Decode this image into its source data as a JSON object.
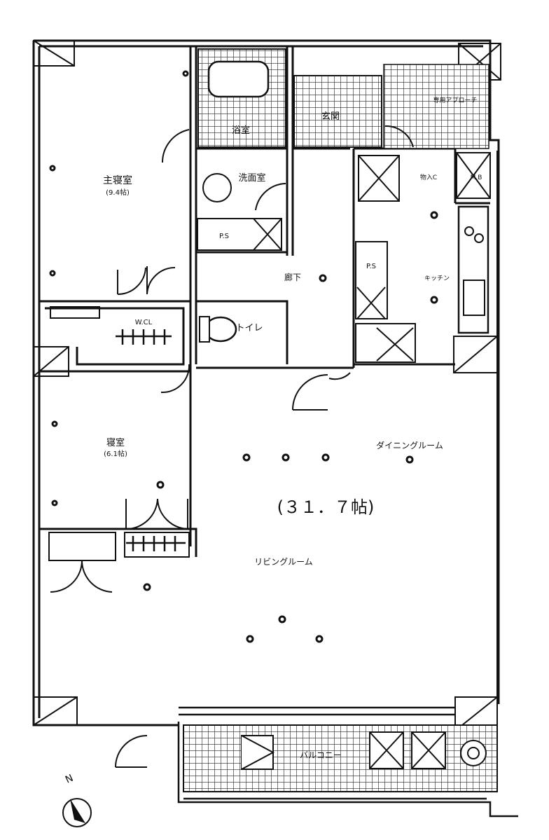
{
  "rooms": {
    "master_bedroom": {
      "name": "主寝室",
      "size": "(9.4帖)"
    },
    "bath": "浴室",
    "washroom": "洗面室",
    "entrance": "玄関",
    "private_approach": "専用アプローチ",
    "corridor": "廊下",
    "kitchen": "キッチン",
    "walk_in_closet": "W.CL",
    "toilet": "トイレ",
    "bedroom": {
      "name": "寝室",
      "size": "(6.1帖)"
    },
    "dining": "ダイニングルーム",
    "living": "リビングルーム",
    "ldk_size": "(３１．７帖)",
    "balcony": "バルコニー"
  },
  "fixtures": {
    "pipe_space_1": "P.S",
    "pipe_space_2": "P.S",
    "storage": "物入C",
    "meter_box": "M.B"
  },
  "compass": {
    "label": "N"
  }
}
